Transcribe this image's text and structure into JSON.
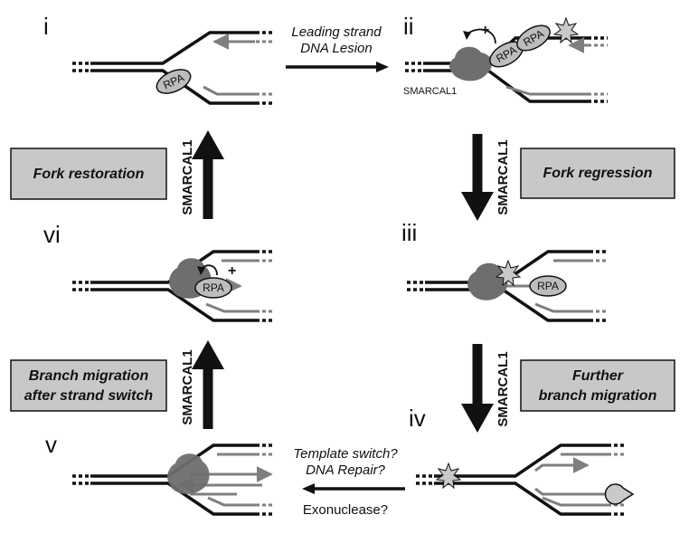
{
  "panels": {
    "i": "i",
    "ii": "ii",
    "iii": "iii",
    "iv": "iv",
    "v": "v",
    "vi": "vi"
  },
  "arrows": {
    "top_line1": "Leading strand",
    "top_line2": "DNA Lesion",
    "bottom_line1": "Template switch?",
    "bottom_line2": "DNA Repair?",
    "bottom_line3": "Exonuclease?",
    "vertical_label": "SMARCAL1"
  },
  "boxes": {
    "fork_restoration": "Fork restoration",
    "fork_regression": "Fork regression",
    "branch_switch_line1": "Branch migration",
    "branch_switch_line2": "after strand switch",
    "further_line1": "Further",
    "further_line2": "branch migration"
  },
  "proteins": {
    "rpa": "RPA",
    "smarcal1": "SMARCAL1",
    "plus": "+"
  },
  "colors": {
    "strand_parental": "#111111",
    "strand_nascent": "#7f7f7f",
    "box_fill": "#c8c8c8",
    "protein_fill": "#6e6e6e",
    "rpa_fill": "#bdbdbd",
    "lesion_fill": "#c9c9c9"
  }
}
